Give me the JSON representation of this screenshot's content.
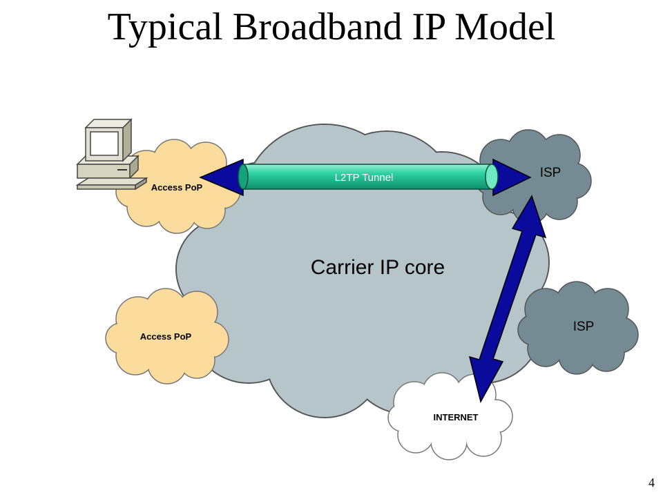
{
  "slide": {
    "title": "Typical Broadband IP Model",
    "page_number": "4"
  },
  "diagram": {
    "carrier_core_label": "Carrier IP core",
    "access_pop_top_label": "Access PoP",
    "access_pop_bottom_label": "Access PoP",
    "isp_top_label": "ISP",
    "isp_bottom_label": "ISP",
    "internet_label": "INTERNET",
    "tunnel_label": "L2TP Tunnel"
  },
  "colors": {
    "carrier_core": "#b5c5c9",
    "access_pop": "#fbdc9c",
    "isp": "#748b93",
    "internet": "#ffffff",
    "tunnel": "#1fbf94",
    "arrow": "#0a0a9c"
  }
}
